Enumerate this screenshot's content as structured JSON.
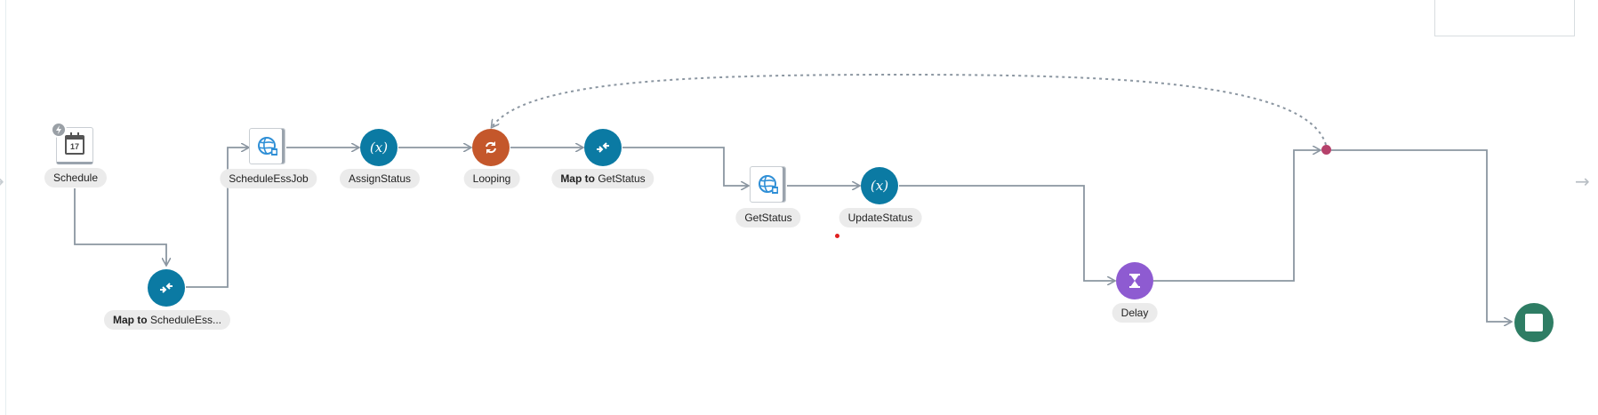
{
  "flow": {
    "nodes": {
      "schedule": {
        "label": "Schedule",
        "calendar_day": "17",
        "trigger_icon": "lightning-icon"
      },
      "map_to_schedule": {
        "label_bold": "Map to",
        "label_rest": " ScheduleEss..."
      },
      "schedule_ess_job": {
        "label": "ScheduleEssJob"
      },
      "assign_status": {
        "label": "AssignStatus",
        "glyph": "(x)"
      },
      "looping": {
        "label": "Looping"
      },
      "map_to_getstatus": {
        "label_bold": "Map to",
        "label_rest": " GetStatus"
      },
      "get_status": {
        "label": "GetStatus"
      },
      "update_status": {
        "label": "UpdateStatus",
        "glyph": "(x)"
      },
      "delay": {
        "label": "Delay"
      },
      "stop": {
        "label": ""
      }
    },
    "colors": {
      "map_node": "#0b7aa3",
      "assign_node": "#0b7aa3",
      "loop_node": "#c4572b",
      "delay_node": "#8e5bd1",
      "stop_node": "#2e7d64",
      "connector": "#8b96a1",
      "merge_dot": "#b5416b"
    },
    "edge_arrows": {
      "right": "→",
      "left": "→"
    }
  }
}
